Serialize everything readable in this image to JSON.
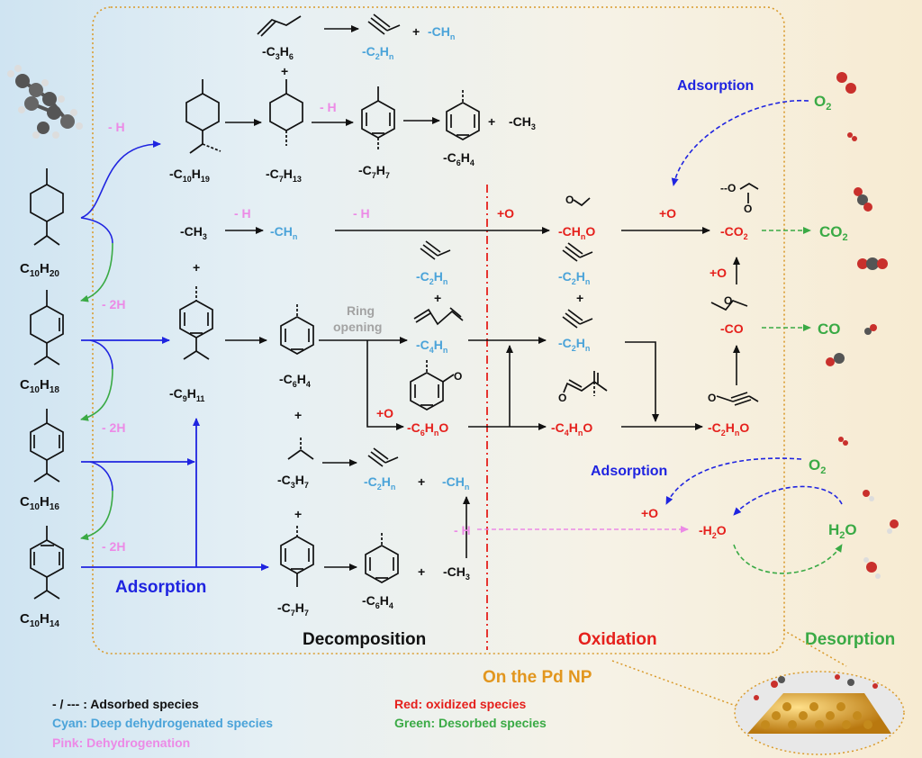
{
  "sections": {
    "decomposition": "Decomposition",
    "oxidation": "Oxidation",
    "desorption": "Desorption",
    "on_pd": "On the Pd NP"
  },
  "reactants": [
    {
      "base": "C",
      "sub1": "10",
      "mid": "H",
      "sub2": "20"
    },
    {
      "base": "C",
      "sub1": "10",
      "mid": "H",
      "sub2": "18"
    },
    {
      "base": "C",
      "sub1": "10",
      "mid": "H",
      "sub2": "16"
    },
    {
      "base": "C",
      "sub1": "10",
      "mid": "H",
      "sub2": "14"
    }
  ],
  "labels": {
    "h1": "- H",
    "h2": "- H",
    "h3": "- H",
    "h4": "- H",
    "h5": "- H",
    "two_h_1": "- 2H",
    "two_h_2": "- 2H",
    "two_h_3": "- 2H",
    "adsorption_main": "Adsorption",
    "adsorption_o2_top": "Adsorption",
    "adsorption_o2_bottom": "Adsorption",
    "ring_opening_1": "Ring",
    "ring_opening_2": "opening",
    "plus_o_1": "+O",
    "plus_o_2": "+O",
    "plus_o_3": "+O",
    "plus_o_4": "+O",
    "plus_o_5": "+O",
    "o2_top": "O",
    "o2_top_sub": "2",
    "o2_bottom": "O",
    "o2_bottom_sub": "2",
    "co2": "CO",
    "co2_sub": "2",
    "co": "CO",
    "h2o": "H",
    "h2o_sub": "2",
    "h2o_end": "O",
    "plus": "+"
  },
  "species": {
    "c3h6": [
      "-C",
      "3",
      "H",
      "6"
    ],
    "c2hn_top": [
      "-C",
      "2",
      "H",
      "n"
    ],
    "chn_top": [
      "-CH",
      "n"
    ],
    "c10h19": [
      "-C",
      "10",
      "H",
      "19"
    ],
    "c7h13": [
      "-C",
      "7",
      "H",
      "13"
    ],
    "c7h7_top": [
      "-C",
      "7",
      "H",
      "7"
    ],
    "c6h4_top": [
      "-C",
      "6",
      "H",
      "4"
    ],
    "ch3_top": "-CH",
    "ch3_top_sub": "3",
    "ch3_mid": "-CH",
    "ch3_mid_sub": "3",
    "chn_mid": [
      "-CH",
      "n"
    ],
    "chno": [
      "-CH",
      "n",
      "O"
    ],
    "co2_ads": [
      "-CO",
      "2"
    ],
    "c9h11": [
      "-C",
      "9",
      "H",
      "11"
    ],
    "c6h4_mid": [
      "-C",
      "6",
      "H",
      "4"
    ],
    "c2hn_a": [
      "-C",
      "2",
      "H",
      "n"
    ],
    "c4hn": [
      "-C",
      "4",
      "H",
      "n"
    ],
    "c2hn_b": [
      "-C",
      "2",
      "H",
      "n"
    ],
    "c2hn_c": [
      "-C",
      "2",
      "H",
      "n"
    ],
    "co_ads": "-CO",
    "c6hno": [
      "-C",
      "6",
      "H",
      "n",
      "O"
    ],
    "c4hno": [
      "-C",
      "4",
      "H",
      "n",
      "O"
    ],
    "c2hno": [
      "-C",
      "2",
      "H",
      "n",
      "O"
    ],
    "c3h7": [
      "-C",
      "3",
      "H",
      "7"
    ],
    "c2hn_d": [
      "-C",
      "2",
      "H",
      "n"
    ],
    "chn_d": [
      "-CH",
      "n"
    ],
    "h2o_ads": [
      "-H",
      "2",
      "O"
    ],
    "c7h7_bot": [
      "-C",
      "7",
      "H",
      "7"
    ],
    "c6h4_bot": [
      "-C",
      "6",
      "H",
      "4"
    ],
    "ch3_bot": "-CH",
    "ch3_bot_sub": "3"
  },
  "legend": {
    "adsorbed": "- / --- : Adsorbed species",
    "cyan": "Cyan: Deep dehydrogenated species",
    "pink": "Pink: Dehydrogenation",
    "red": "Red: oxidized species",
    "green": "Green: Desorbed species"
  },
  "colors": {
    "black": "#111111",
    "cyan": "#4aa3d9",
    "pink": "#ec8ae6",
    "red": "#e5201c",
    "green": "#3aaa45",
    "blue": "#1f24e0",
    "orange": "#e2961e",
    "gray": "#a3a3a3"
  }
}
